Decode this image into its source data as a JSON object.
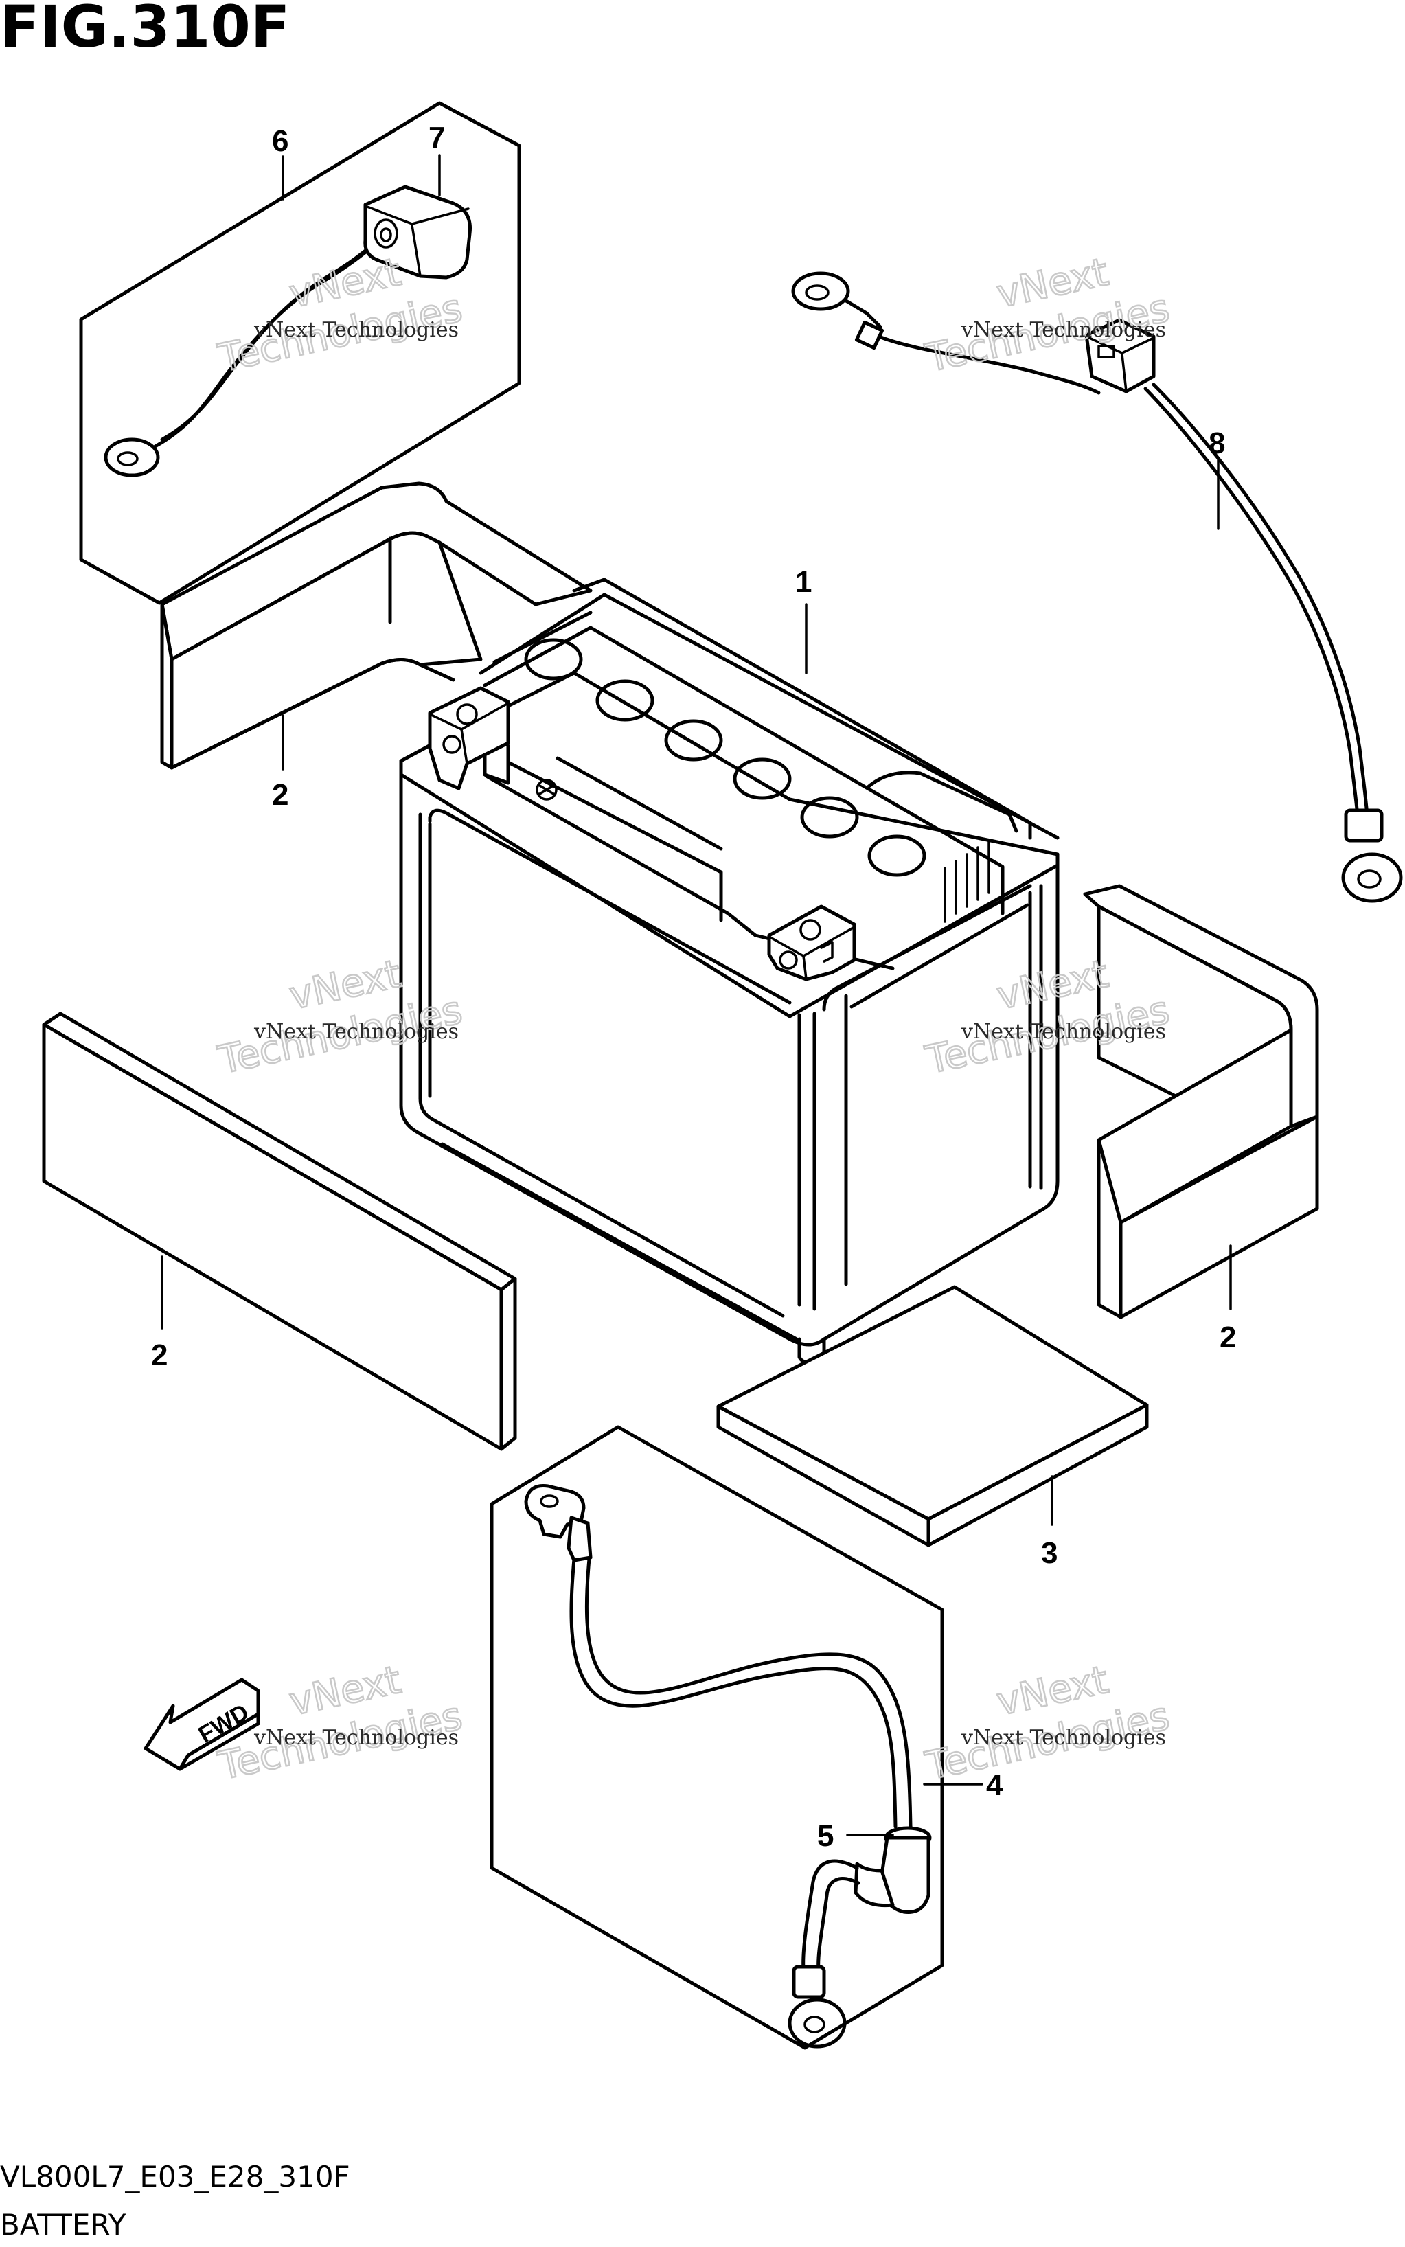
{
  "figure": {
    "title": "FIG.310F",
    "code": "VL800L7_E03_E28_310F",
    "name": "BATTERY",
    "fwd_label": "FWD"
  },
  "callouts": {
    "c1": "1",
    "c2a": "2",
    "c2b": "2",
    "c2c": "2",
    "c3": "3",
    "c4": "4",
    "c5": "5",
    "c6": "6",
    "c7": "7",
    "c8": "8"
  },
  "watermark": {
    "line1": "vNext Technologies",
    "line2a": "vNext",
    "line2b": "Technologies"
  }
}
